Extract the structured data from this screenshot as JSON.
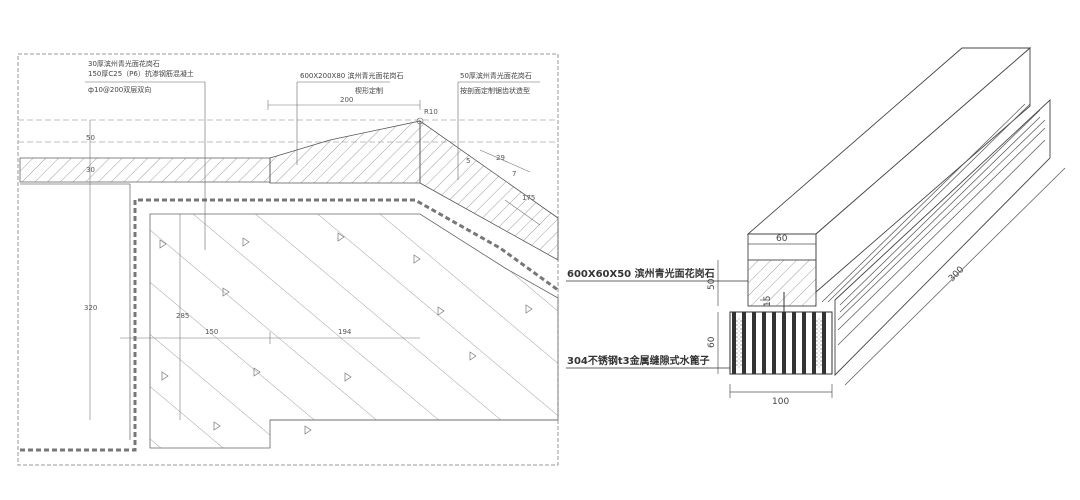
{
  "left_section": {
    "notes": {
      "paving_30": "30厚滨州青光面花岗石",
      "concrete_150": "150厚C25（P6）抗渗钢筋混凝土",
      "rebar": "ф10@200双层双向",
      "stone_600": "600X200X80 滨州青光面花岗石",
      "wedge": "楔形定制",
      "stone_50": "50厚滨州青光面花岗石",
      "stone_50_note": "按剖面定制锯齿状造型"
    },
    "dims": {
      "d200": "200",
      "d50": "50",
      "d30": "30",
      "d320": "320",
      "d285": "285",
      "d150": "150",
      "d194": "194",
      "d29": "29",
      "d175": "175",
      "d7": "7",
      "r10": "R10",
      "d5": "5"
    }
  },
  "right_section": {
    "notes": {
      "stone_block": "600X60X50 滨州青光面花岗石",
      "grate": "304不锈钢t3金属缝隙式水篦子"
    },
    "dims": {
      "d60_top": "60",
      "d50": "50",
      "d15": "15",
      "d60_side": "60",
      "d100": "100",
      "d300": "300"
    }
  }
}
